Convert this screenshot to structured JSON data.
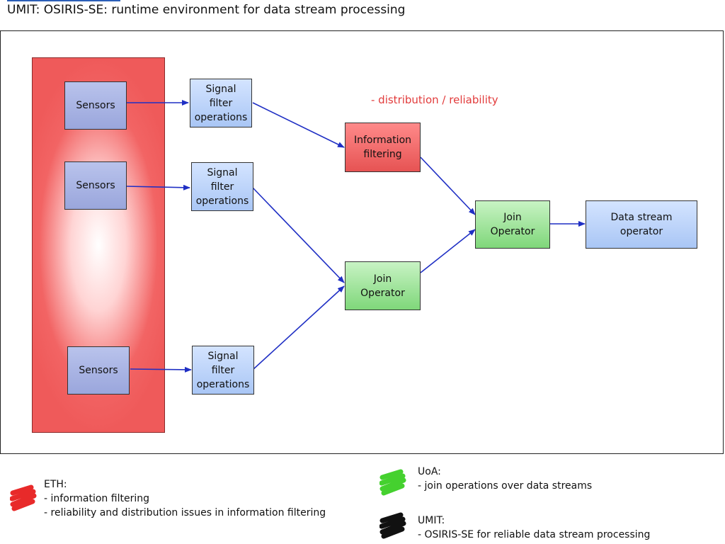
{
  "page": {
    "title": "UMIT: OSIRIS-SE: runtime environment for data stream processing"
  },
  "diagram": {
    "annotation": "- distribution / reliability",
    "nodes": {
      "sensors_1": "Sensors",
      "sensors_2": "Sensors",
      "sensors_3": "Sensors",
      "signal_filter_1": "Signal\nfilter\noperations",
      "signal_filter_2": "Signal\nfilter\noperations",
      "signal_filter_3": "Signal\nfilter\noperations",
      "information_filtering": "Information\nfiltering",
      "join_operator_lower": "Join\nOperator",
      "join_operator_upper": "Join\nOperator",
      "data_stream_operator": "Data stream\noperator"
    },
    "edge_color": "#1f2fc4"
  },
  "legend": {
    "eth": {
      "color": "#e82a2a",
      "title": "ETH:",
      "line1": "- information filtering",
      "line2": "- reliability and distribution issues in information filtering"
    },
    "uoa": {
      "color": "#45d12f",
      "title": "UoA:",
      "line1": "- join operations over data streams"
    },
    "umit": {
      "color": "#111111",
      "title": "UMIT:",
      "line1": "- OSIRIS-SE for reliable data stream processing"
    }
  }
}
